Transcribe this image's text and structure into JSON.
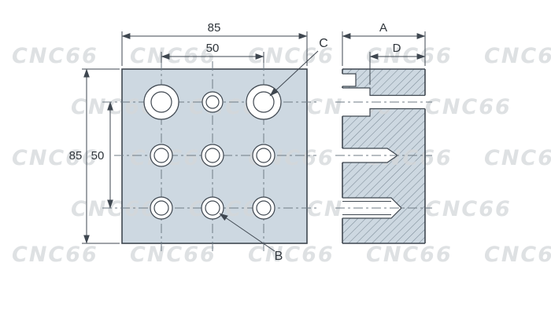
{
  "drawing": {
    "watermark": "CNC66",
    "front_view": {
      "dim_width": "85",
      "dim_hole_spacing_h": "50",
      "dim_height": "85",
      "dim_hole_spacing_v": "50",
      "label_counterbore_hole": "C",
      "label_through_hole": "B"
    },
    "side_view": {
      "dim_overall": "A",
      "dim_depth": "D"
    },
    "colors": {
      "plate": "#cdd8e1",
      "line": "#3f4750",
      "watermark": "#d4d7da"
    }
  }
}
